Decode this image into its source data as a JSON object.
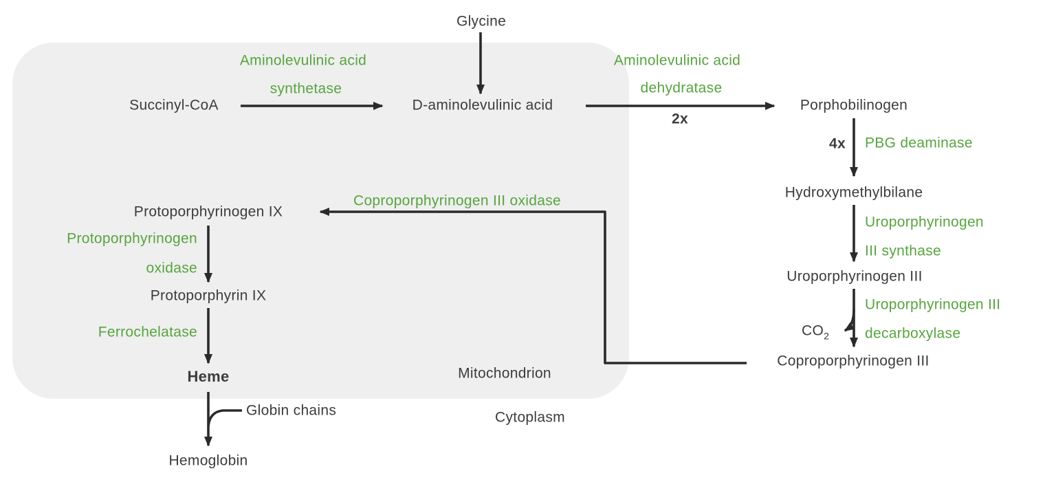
{
  "colors": {
    "enzyme_green": "#57a53e",
    "text_dark": "#3c3c3c",
    "arrow_dark": "#2a2a2a",
    "organelle_gray": "#efefef"
  },
  "compartments": {
    "mitochondrion": "Mitochondrion",
    "cytoplasm": "Cytoplasm"
  },
  "metabolites": {
    "glycine": "Glycine",
    "succinyl_coa": "Succinyl-CoA",
    "d_ala": "D-aminolevulinic acid",
    "porphobilinogen": "Porphobilinogen",
    "hydroxymethylbilane": "Hydroxymethylbilane",
    "uroporphyrinogen_iii": "Uroporphyrinogen III",
    "co2_base": "CO",
    "co2_sub": "2",
    "coproporphyrinogen_iii": "Coproporphyrinogen III",
    "protoporphyrinogen_ix": "Protoporphyrinogen IX",
    "protoporphyrin_ix": "Protoporphyrin IX",
    "heme": "Heme",
    "globin_chains": "Globin chains",
    "hemoglobin": "Hemoglobin"
  },
  "enzymes": {
    "ala_synthetase_line1": "Aminolevulinic acid",
    "ala_synthetase_line2": "synthetase",
    "ala_dehydratase_line1": "Aminolevulinic acid",
    "ala_dehydratase_line2": "dehydratase",
    "pbg_deaminase": "PBG deaminase",
    "uro_synthase_line1": "Uroporphyrinogen",
    "uro_synthase_line2": "III synthase",
    "uro_decarboxylase_line1": "Uroporphyrinogen III",
    "uro_decarboxylase_line2": "decarboxylase",
    "copro_oxidase": "Coproporphyrinogen III oxidase",
    "proto_oxidase_line1": "Protoporphyrinogen",
    "proto_oxidase_line2": "oxidase",
    "ferrochelatase": "Ferrochelatase"
  },
  "multipliers": {
    "ala_dehydratase": "2x",
    "pbg_deaminase": "4x"
  }
}
